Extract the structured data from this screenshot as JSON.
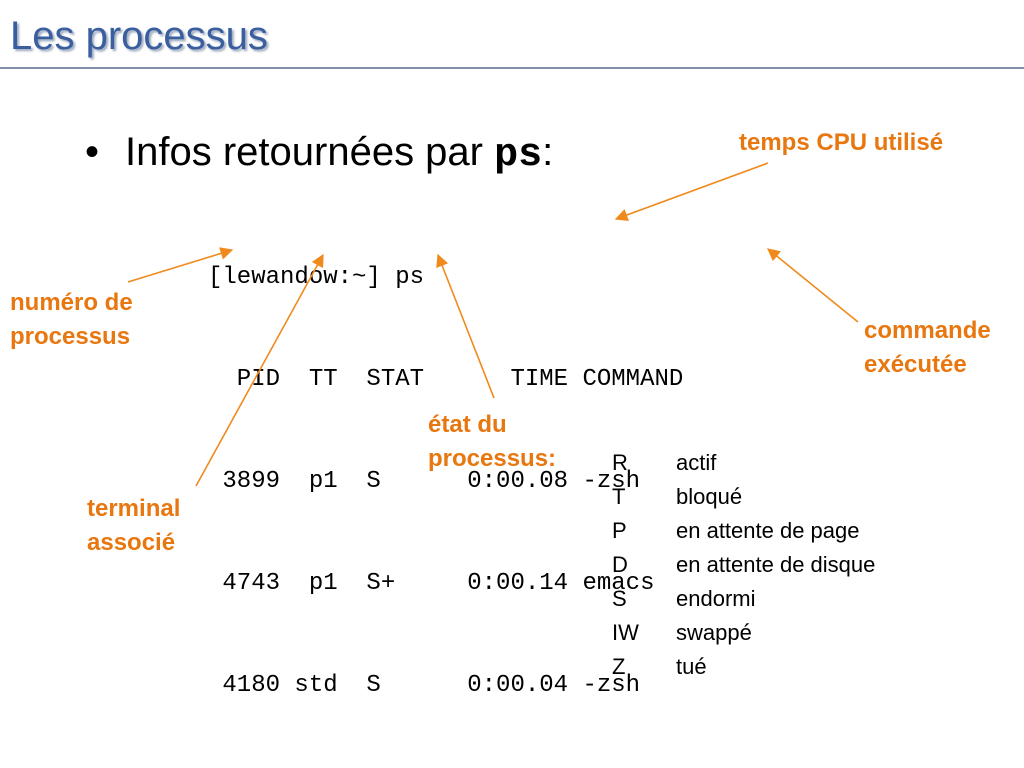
{
  "title": "Les processus",
  "bullet": {
    "prefix": "Infos retournées par",
    "command": "ps",
    "suffix": ":"
  },
  "terminal": {
    "lines": [
      "[lewandow:~] ps",
      "  PID  TT  STAT      TIME COMMAND",
      " 3899  p1  S      0:00.08 -zsh",
      " 4743  p1  S+     0:00.14 emacs",
      " 4180 std  S      0:00.04 -zsh"
    ]
  },
  "annotations": {
    "cpu_time": "temps CPU utilisé",
    "pid": [
      "numéro de",
      "processus"
    ],
    "command": [
      "commande",
      "exécutée"
    ],
    "state": [
      "état du",
      "processus:"
    ],
    "terminal": [
      "terminal",
      "associé"
    ]
  },
  "states": [
    {
      "code": "R",
      "label": "actif"
    },
    {
      "code": "T",
      "label": "bloqué"
    },
    {
      "code": "P",
      "label": "en attente de page"
    },
    {
      "code": "D",
      "label": "en attente de disque"
    },
    {
      "code": "S",
      "label": "endormi"
    },
    {
      "code": "IW",
      "label": "swappé"
    },
    {
      "code": "Z",
      "label": "tué"
    }
  ],
  "colors": {
    "title": "#3a5e9e",
    "annotation": "#e8770f",
    "arrow": "#f08a1c"
  }
}
